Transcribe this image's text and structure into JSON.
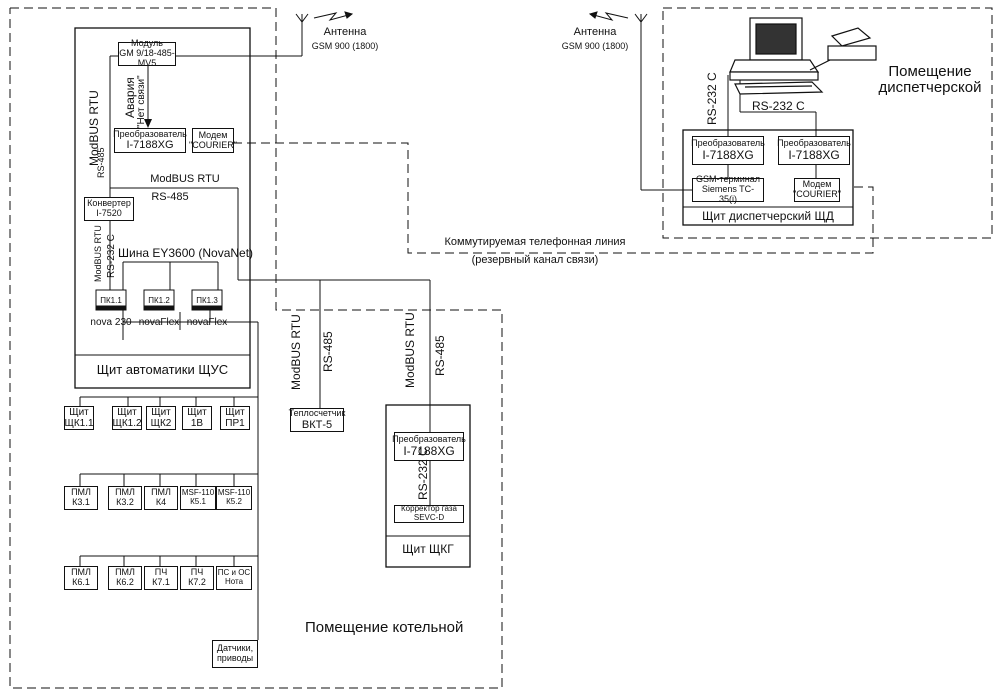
{
  "antenna_left": {
    "title": "Антенна",
    "band": "GSM 900 (1800)"
  },
  "antenna_right": {
    "title": "Антенна",
    "band": "GSM 900 (1800)"
  },
  "room_dispatcher": {
    "line1": "Помещение",
    "line2": "диспетчерской"
  },
  "room_boiler": "Помещение котельной",
  "shchus": {
    "title": "Щит автоматики ЩУС",
    "module": {
      "line1": "Модуль",
      "line2": "GM 9/18-485-MV5"
    },
    "alarm": {
      "line1": "Авария",
      "line2": "\"Нет связи\""
    },
    "converter": {
      "line1": "Преобразователь",
      "line2": "I-7188XG"
    },
    "modem": {
      "line1": "Модем",
      "line2": "\"COURIER\""
    },
    "convertor7520": {
      "line1": "Конвертер",
      "line2": "I-7520"
    },
    "modbus_top": "ModBUS RTU",
    "rs485_top": "RS-485",
    "modbus_mid": "ModBUS RTU",
    "rs485_mid": "RS-485",
    "modbus_low": "ModBUS RTU",
    "rs232_low": "RS-232 C",
    "bus": "Шина EY3600 (NovaNet)",
    "pk": [
      {
        "tag": "ПК1.1",
        "name": "nova 230"
      },
      {
        "tag": "ПК1.2",
        "name": "novaFlex"
      },
      {
        "tag": "ПК1.3",
        "name": "novaFlex"
      }
    ]
  },
  "panels_row1": [
    {
      "l1": "Щит",
      "l2": "ЩК1.1"
    },
    {
      "l1": "Щит",
      "l2": "ЩК1.2"
    },
    {
      "l1": "Щит",
      "l2": "ЩК2"
    },
    {
      "l1": "Щит",
      "l2": "1В"
    },
    {
      "l1": "Щит",
      "l2": "ПР1"
    }
  ],
  "panels_row2": [
    {
      "l1": "ПМЛ",
      "l2": "К3.1"
    },
    {
      "l1": "ПМЛ",
      "l2": "К3.2"
    },
    {
      "l1": "ПМЛ",
      "l2": "К4"
    },
    {
      "l1": "MSF-110",
      "l2": "К5.1"
    },
    {
      "l1": "MSF-110",
      "l2": "К5.2"
    }
  ],
  "panels_row3": [
    {
      "l1": "ПМЛ",
      "l2": "К6.1"
    },
    {
      "l1": "ПМЛ",
      "l2": "К6.2"
    },
    {
      "l1": "ПЧ",
      "l2": "К7.1"
    },
    {
      "l1": "ПЧ",
      "l2": "К7.2"
    },
    {
      "l1": "ПС и ОС",
      "l2": "Нота"
    }
  ],
  "sensors": {
    "l1": "Датчики,",
    "l2": "приводы"
  },
  "heatmeter": {
    "l1": "Теплосчетчик",
    "l2": "ВКТ-5",
    "modbus": "ModBUS RTU",
    "rs485": "RS-485"
  },
  "shchkg": {
    "title": "Щит ЩКГ",
    "modbus": "ModBUS RTU",
    "rs485": "RS-485",
    "converter": {
      "line1": "Преобразователь",
      "line2": "I-7188XG"
    },
    "rs232": "RS-232 C",
    "corrector": "Корректор газа SEVC-D"
  },
  "phone_line": {
    "line1": "Коммутируемая телефонная линия",
    "line2": "(резервный канал связи)"
  },
  "shchd": {
    "title": "Щит диспетчерский ЩД",
    "conv1": {
      "line1": "Преобразователь",
      "line2": "I-7188XG"
    },
    "conv2": {
      "line1": "Преобразователь",
      "line2": "I-7188XG"
    },
    "gsm": {
      "line1": "GSM-терминал",
      "line2": "Siemens TC-35(i)"
    },
    "modem": {
      "line1": "Модем",
      "line2": "\"COURIER\""
    },
    "rs232_v": "RS-232 C",
    "rs232_h": "RS-232 C"
  }
}
